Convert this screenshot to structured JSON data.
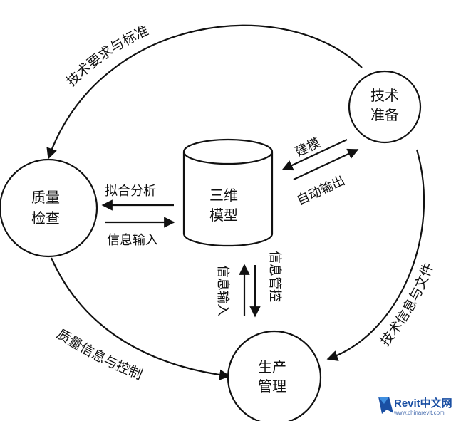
{
  "nodes": {
    "tech_prep": {
      "line1": "技术",
      "line2": "准备"
    },
    "quality_check": {
      "line1": "质量",
      "line2": "检查"
    },
    "model_3d": {
      "line1": "三维",
      "line2": "模型"
    },
    "production": {
      "line1": "生产",
      "line2": "管理"
    }
  },
  "edges": {
    "tech_requirements": "技术要求与标准",
    "tech_info_docs": "技术信息与文件",
    "quality_info_control": "质量信息与控制",
    "modeling": "建模",
    "auto_output": "自动输出",
    "fit_analysis": "拟合分析",
    "info_input_left": "信息输入",
    "info_control": "信息管控",
    "info_input_bottom": "信息输入"
  },
  "watermark": {
    "brand": "Revit中文网",
    "site": "www.chinarevit.com"
  }
}
